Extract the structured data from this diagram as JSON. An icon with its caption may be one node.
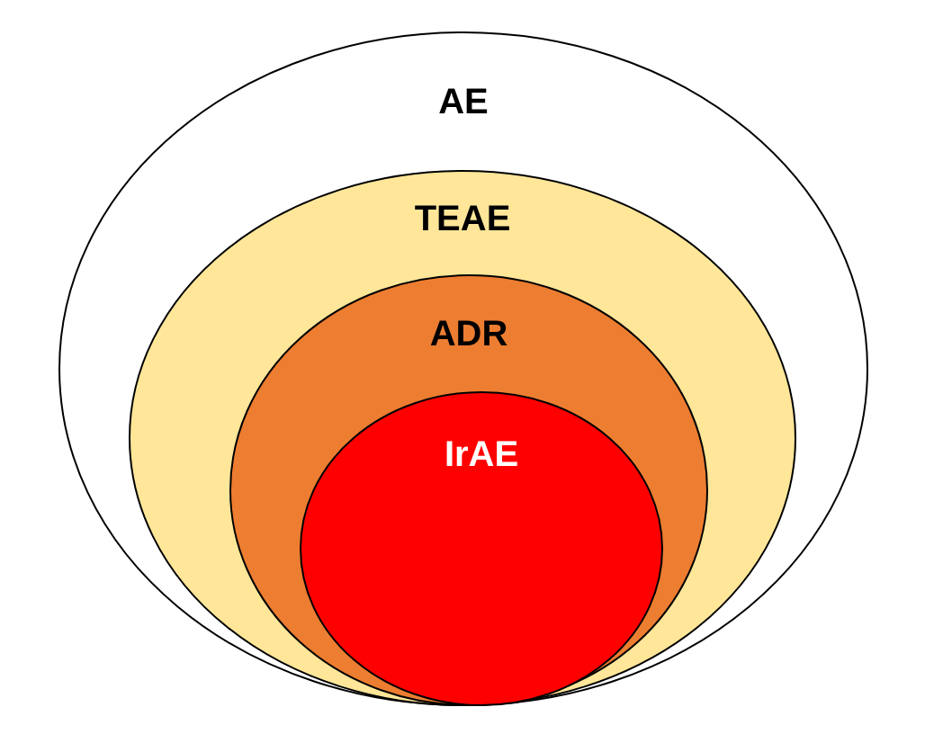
{
  "diagram": {
    "nodes": [
      {
        "text": [
          "AE"
        ]
      },
      {
        "text": [
          "TEAE"
        ],
        "in": 0
      },
      {
        "text": [
          "ADR"
        ],
        "in": 1
      },
      {
        "text": [
          "IrAE"
        ],
        "in": 2
      }
    ]
  }
}
